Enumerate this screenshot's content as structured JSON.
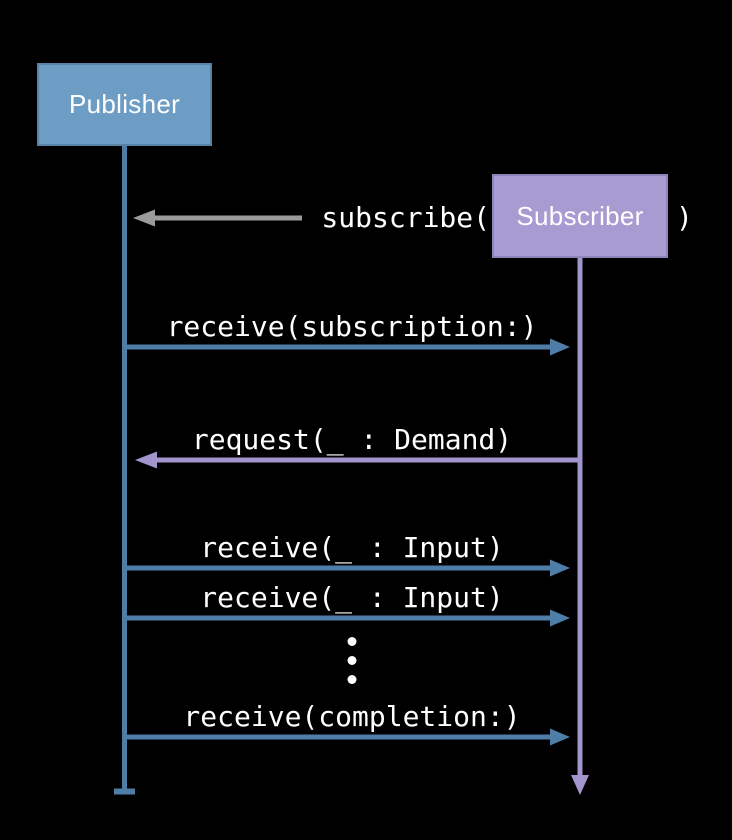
{
  "colors": {
    "background": "#000000",
    "publisher_box": "#6d9cc4",
    "subscriber_box": "#a79bd2",
    "blue_line": "#4e7da8",
    "purple_line": "#a294cd",
    "gray_line": "#9b9b9b",
    "label_text": "#ffffff"
  },
  "diagram": {
    "type": "sequence-diagram",
    "publisher": {
      "label": "Publisher"
    },
    "subscriber": {
      "label": "Subscriber"
    },
    "subscribe_call": {
      "prefix": "subscribe(",
      "suffix": ")",
      "from": "subscriber",
      "to": "publisher"
    },
    "messages": [
      {
        "label": "receive(subscription:)",
        "from": "publisher",
        "to": "subscriber"
      },
      {
        "label": "request(_ : Demand)",
        "from": "subscriber",
        "to": "publisher"
      },
      {
        "label": "receive(_ : Input)",
        "from": "publisher",
        "to": "subscriber"
      },
      {
        "label": "receive(_ : Input)",
        "from": "publisher",
        "to": "subscriber"
      },
      {
        "label": "receive(completion:)",
        "from": "publisher",
        "to": "subscriber"
      }
    ]
  }
}
